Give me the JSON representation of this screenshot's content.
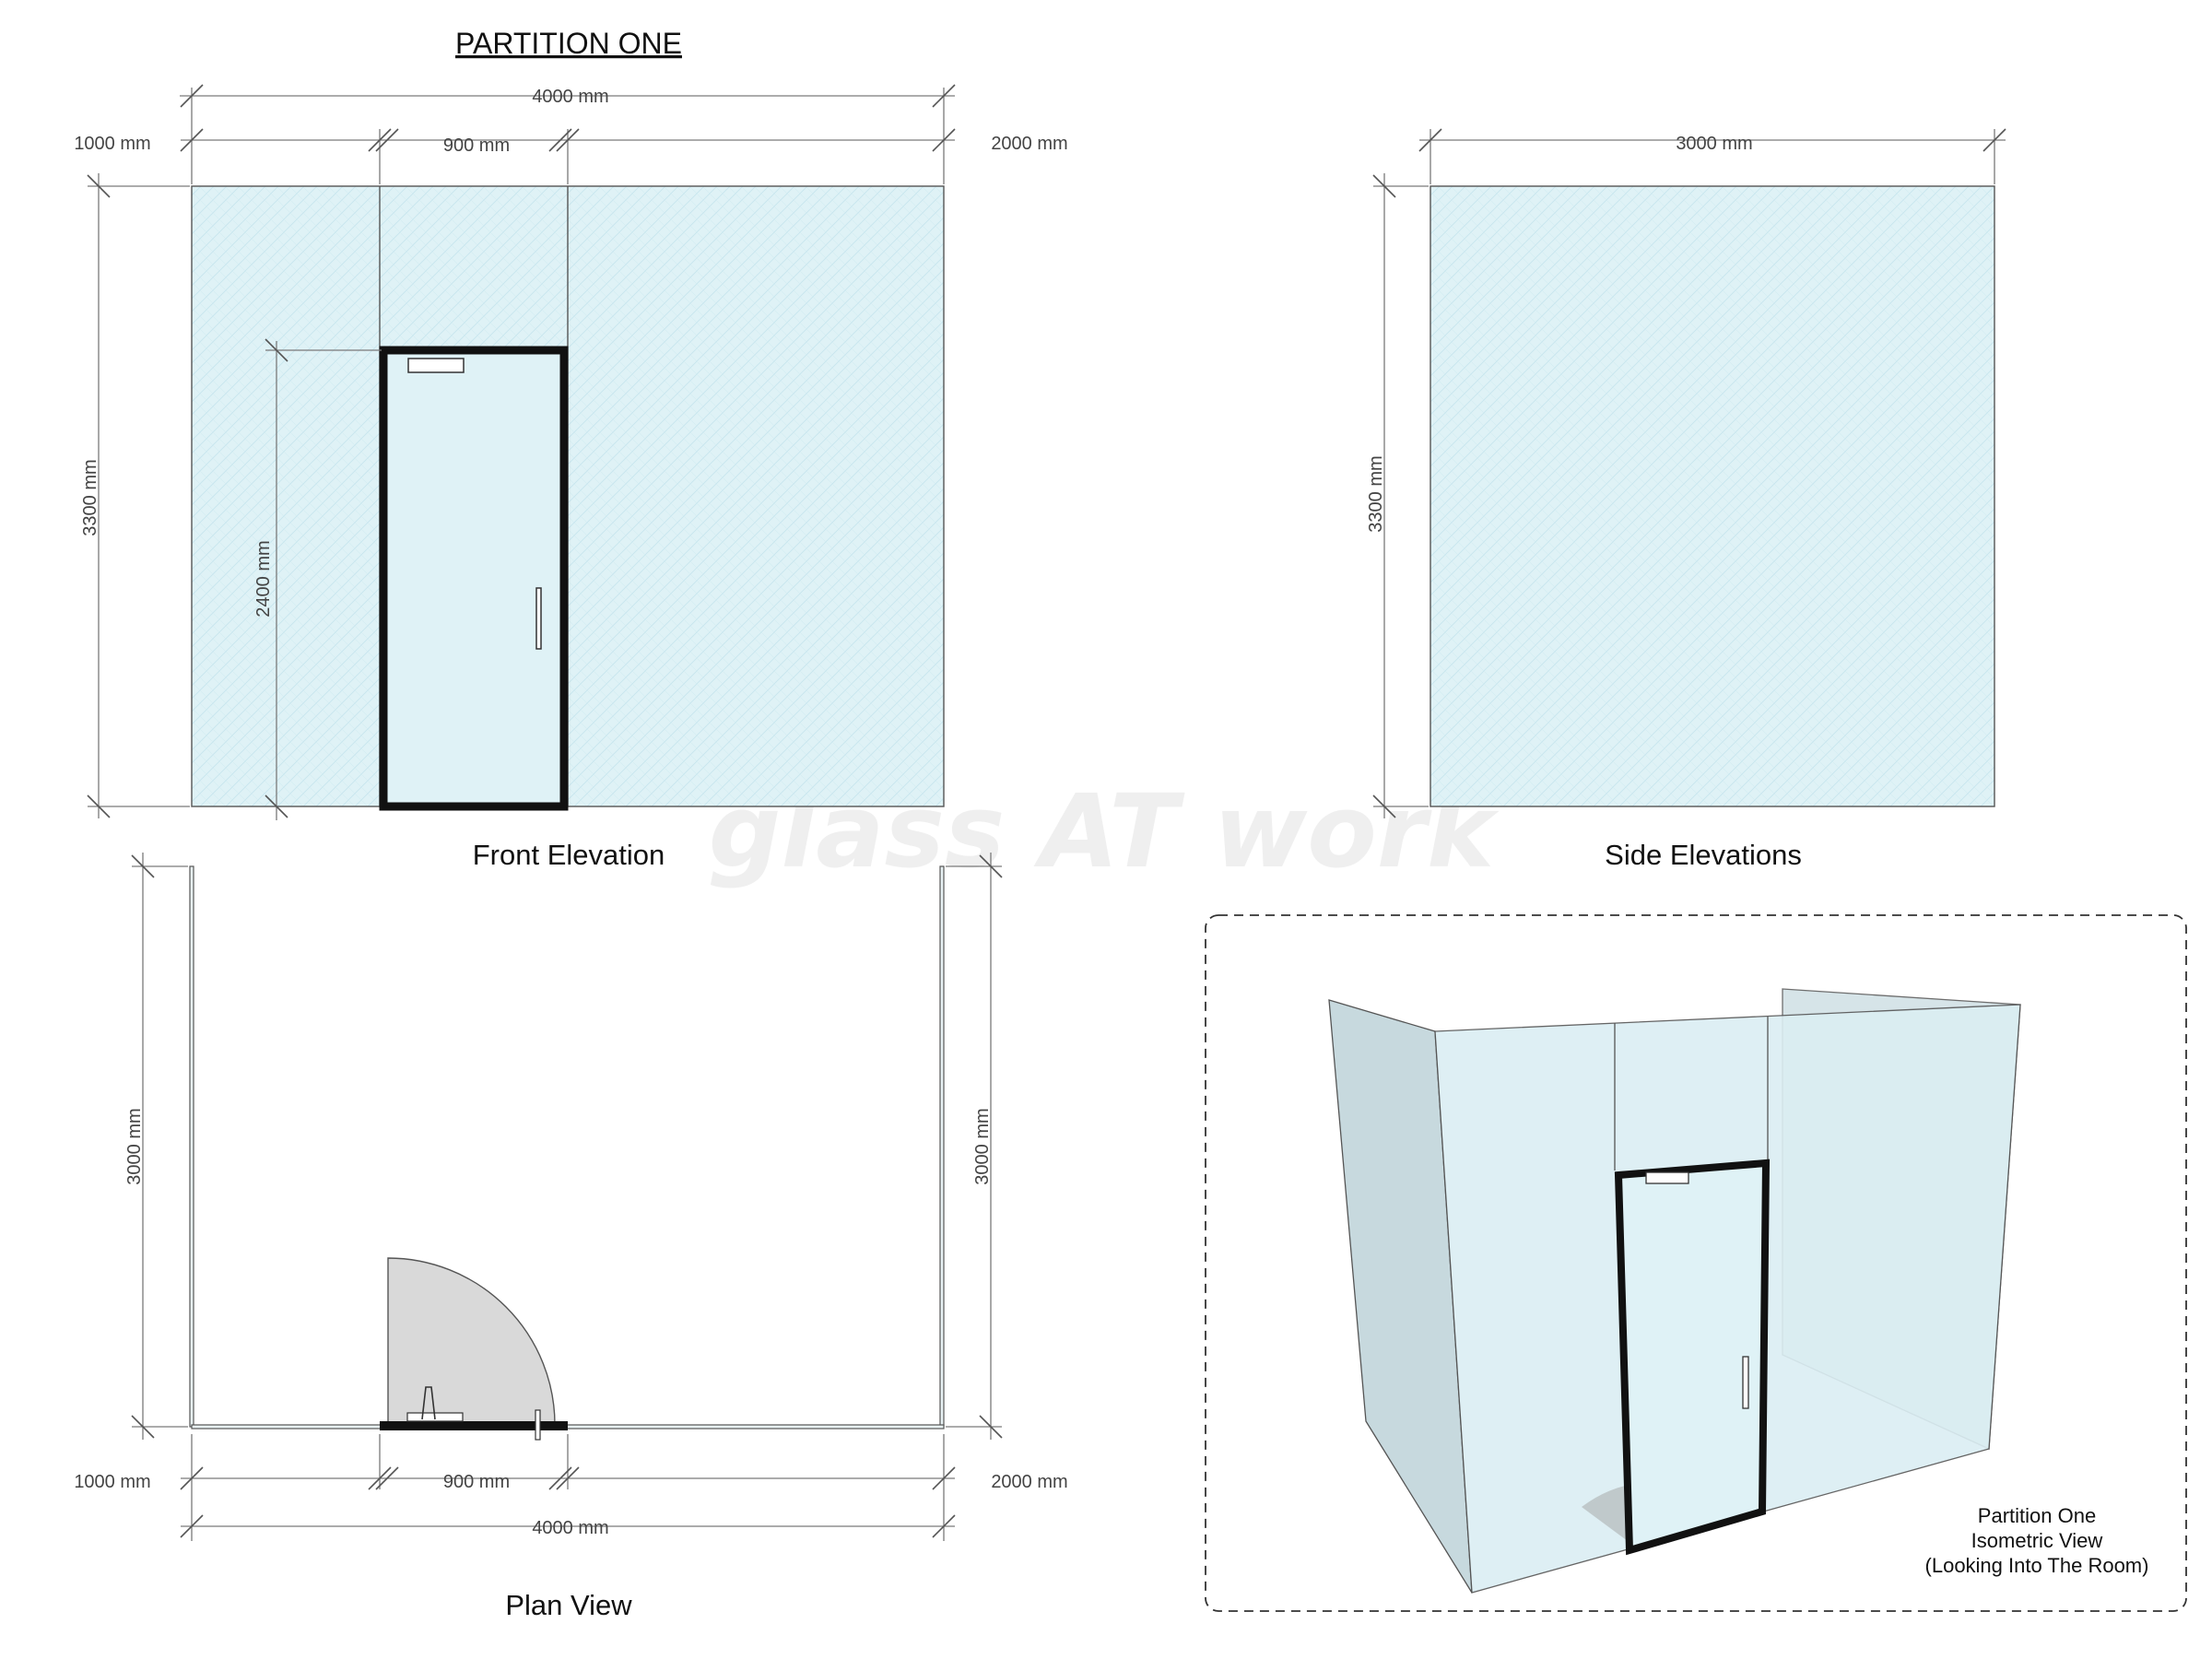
{
  "title": "PARTITION ONE",
  "watermark": "glass AT work",
  "front_elevation": {
    "caption": "Front Elevation",
    "overall_width": "4000 mm",
    "left_panel": "1000 mm",
    "door_width": "900 mm",
    "right_panel": "2000 mm",
    "height": "3300 mm",
    "door_height": "2400 mm"
  },
  "side_elevation": {
    "caption": "Side Elevations",
    "width": "3000 mm",
    "height": "3300 mm"
  },
  "plan_view": {
    "caption": "Plan View",
    "left_depth": "3000 mm",
    "right_depth": "3000 mm",
    "left_panel": "1000 mm",
    "door_width": "900 mm",
    "right_panel": "2000 mm",
    "overall_width": "4000 mm"
  },
  "isometric": {
    "line1": "Partition One",
    "line2": "Isometric View",
    "line3": "(Looking Into The Room)"
  },
  "colors": {
    "glass": "#dff2f6",
    "glass_side": "#cfe0e5",
    "frame": "#111111",
    "dimension": "#7a7a7a"
  }
}
